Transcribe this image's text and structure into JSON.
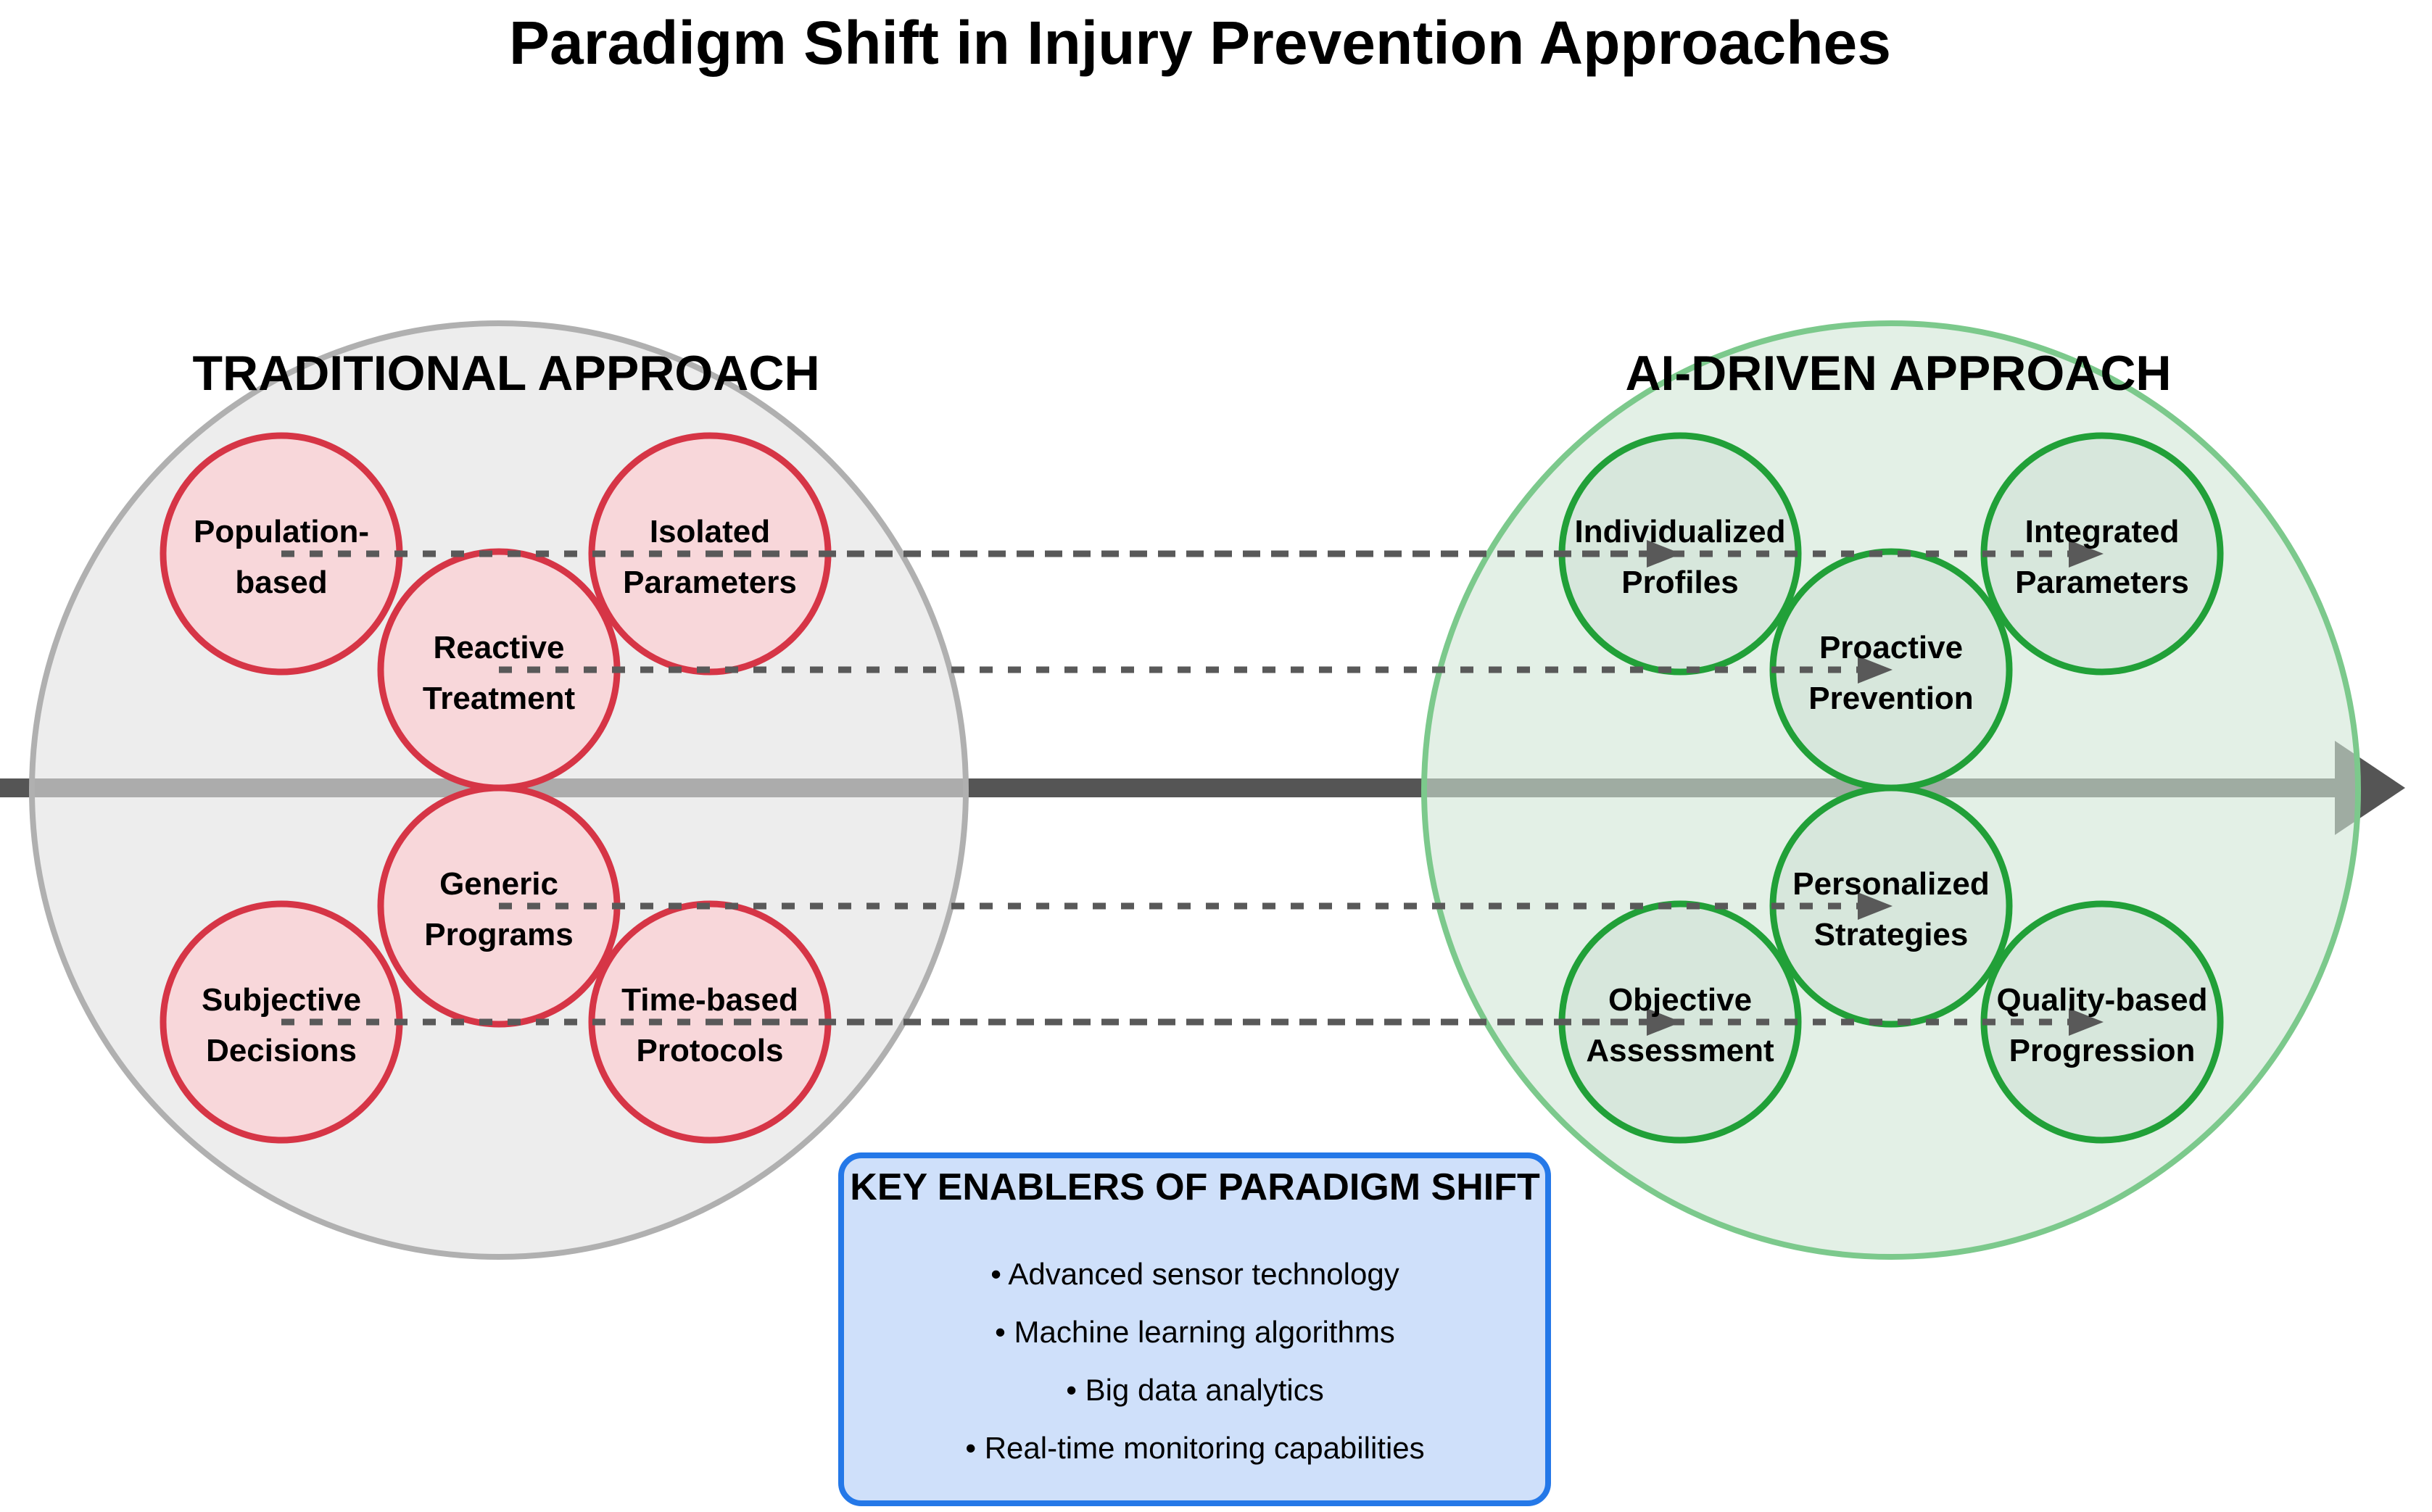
{
  "title": "Paradigm Shift in Injury Prevention Approaches",
  "traditional": {
    "heading": "TRADITIONAL APPROACH",
    "items": [
      {
        "id": "population-based",
        "lines": [
          "Population-",
          "based"
        ]
      },
      {
        "id": "isolated-parameters",
        "lines": [
          "Isolated",
          "Parameters"
        ]
      },
      {
        "id": "reactive-treatment",
        "lines": [
          "Reactive",
          "Treatment"
        ]
      },
      {
        "id": "generic-programs",
        "lines": [
          "Generic",
          "Programs"
        ]
      },
      {
        "id": "subjective-decisions",
        "lines": [
          "Subjective",
          "Decisions"
        ]
      },
      {
        "id": "time-based-protocols",
        "lines": [
          "Time-based",
          "Protocols"
        ]
      }
    ]
  },
  "ai": {
    "heading": "AI-DRIVEN APPROACH",
    "items": [
      {
        "id": "individualized-profiles",
        "lines": [
          "Individualized",
          "Profiles"
        ]
      },
      {
        "id": "integrated-parameters",
        "lines": [
          "Integrated",
          "Parameters"
        ]
      },
      {
        "id": "proactive-prevention",
        "lines": [
          "Proactive",
          "Prevention"
        ]
      },
      {
        "id": "personalized-strategies",
        "lines": [
          "Personalized",
          "Strategies"
        ]
      },
      {
        "id": "objective-assessment",
        "lines": [
          "Objective",
          "Assessment"
        ]
      },
      {
        "id": "quality-based-progression",
        "lines": [
          "Quality-based",
          "Progression"
        ]
      }
    ]
  },
  "mappings": [
    {
      "from": "Population-based",
      "to": "Individualized Profiles"
    },
    {
      "from": "Isolated Parameters",
      "to": "Integrated Parameters"
    },
    {
      "from": "Reactive Treatment",
      "to": "Proactive Prevention"
    },
    {
      "from": "Generic Programs",
      "to": "Personalized Strategies"
    },
    {
      "from": "Subjective Decisions",
      "to": "Objective Assessment"
    },
    {
      "from": "Time-based Protocols",
      "to": "Quality-based Progression"
    }
  ],
  "enablers": {
    "heading": "KEY ENABLERS OF PARADIGM SHIFT",
    "items": [
      "• Advanced sensor technology",
      "• Machine learning algorithms",
      "• Big data analytics",
      "• Real-time monitoring capabilities"
    ]
  },
  "colors": {
    "traditional_fill": "#f8d7da",
    "traditional_stroke": "#d63546",
    "traditional_big_fill": "#eeeeee",
    "traditional_big_stroke": "#b0b0b0",
    "ai_fill": "#d7e7dc",
    "ai_stroke": "#21a038",
    "ai_big_fill": "#e4f1e8",
    "ai_big_stroke": "#7cc98c",
    "timeline_arrow": "#555555",
    "dashed_link": "#595959",
    "enablers_fill": "#cfe0fa",
    "enablers_border": "#2478e8",
    "text": "#000000"
  }
}
